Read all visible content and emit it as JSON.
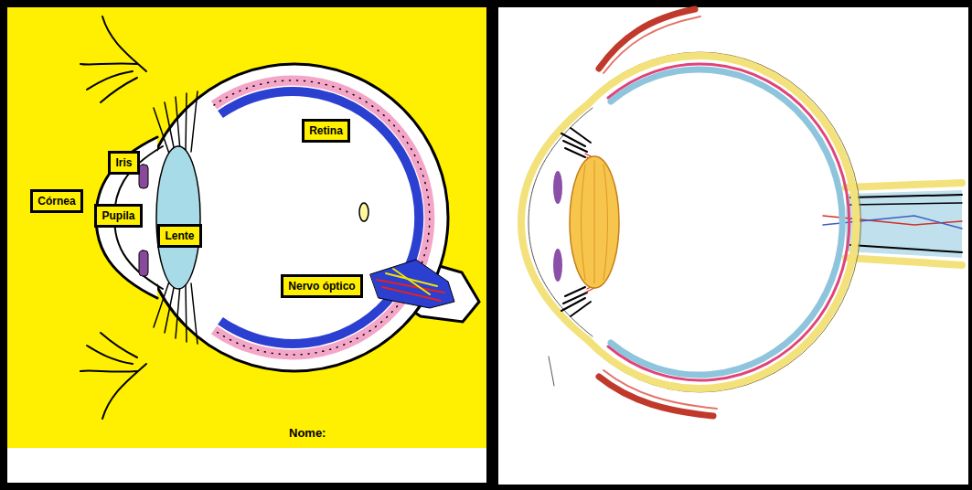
{
  "diagram": {
    "nodes": [
      {
        "text": [
          "Retina"
        ]
      },
      {
        "text": [
          "Iris"
        ]
      },
      {
        "text": [
          "Córnea"
        ]
      },
      {
        "text": [
          "Pupila"
        ]
      },
      {
        "text": [
          "Lente"
        ]
      },
      {
        "text": [
          "Nervo óptico"
        ]
      }
    ],
    "labels": [
      "Nome:"
    ]
  }
}
